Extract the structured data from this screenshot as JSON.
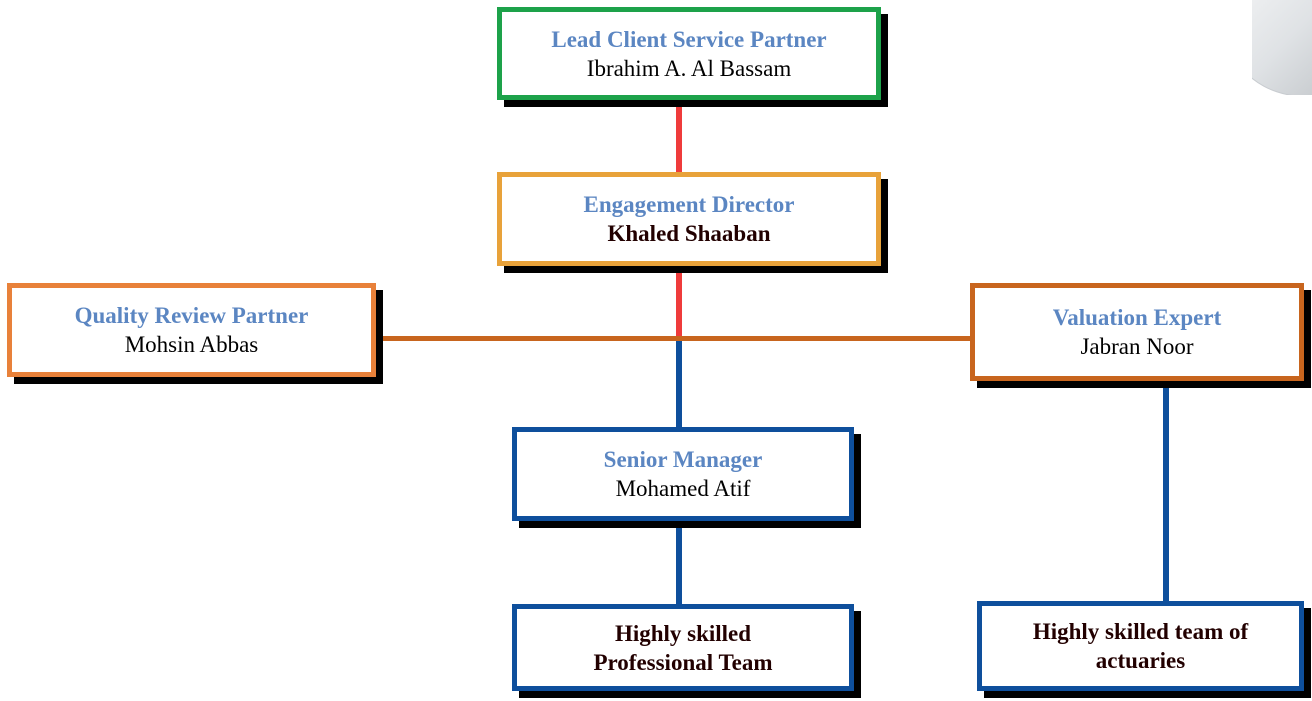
{
  "colors": {
    "role_text": "#5b86c2",
    "green": "#1da24a",
    "gold": "#e8a23a",
    "orange": "#e8813a",
    "rust": "#c8651e",
    "blue": "#0e4f9c",
    "red_line": "#ef3b3b",
    "shadow": "#000000"
  },
  "nodes": {
    "lead_partner": {
      "role": "Lead Client Service Partner",
      "name": "Ibrahim A. Al Bassam"
    },
    "engagement_director": {
      "role": "Engagement Director",
      "name": "Khaled Shaaban"
    },
    "quality_review": {
      "role": "Quality Review Partner",
      "name": "Mohsin Abbas"
    },
    "valuation_expert": {
      "role": "Valuation Expert",
      "name": "Jabran Noor"
    },
    "senior_manager": {
      "role": "Senior Manager",
      "name": "Mohamed Atif"
    },
    "professional_team": {
      "text": "Highly skilled\nProfessional Team"
    },
    "actuaries_team": {
      "text": "Highly skilled team of\nactuaries"
    }
  }
}
